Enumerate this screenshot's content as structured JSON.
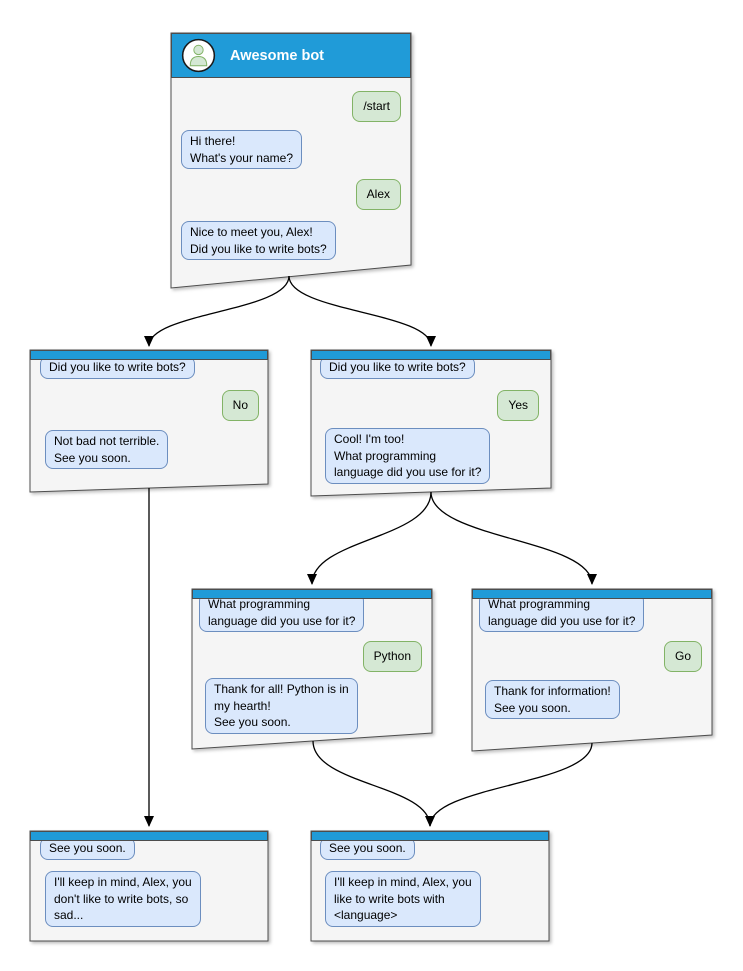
{
  "diagram": {
    "kind": "chatbot-conversation-flow",
    "colors": {
      "header_blue": "#209BD8",
      "box_fill": "#F5F5F5",
      "box_border": "#4D4D4D",
      "bot_bubble_fill": "#DAE8FC",
      "bot_bubble_border": "#6C8EBF",
      "user_bubble_fill": "#D5E8D4",
      "user_bubble_border": "#82B366",
      "arrow": "#000000",
      "title_text": "#FFFFFF"
    },
    "boxes": [
      {
        "id": "root",
        "title": "Awesome bot",
        "bubbles": [
          {
            "from": "user",
            "text": "/start"
          },
          {
            "from": "bot",
            "text": "Hi there!\nWhat's your name?"
          },
          {
            "from": "user",
            "text": "Alex"
          },
          {
            "from": "bot",
            "text": "Nice to meet you, Alex!\nDid you like to write bots?"
          }
        ]
      },
      {
        "id": "branch-no",
        "bubbles": [
          {
            "from": "bot",
            "text": "Did you like to write bots?"
          },
          {
            "from": "user",
            "text": "No"
          },
          {
            "from": "bot",
            "text": "Not bad not terrible.\nSee you soon."
          }
        ]
      },
      {
        "id": "branch-yes",
        "bubbles": [
          {
            "from": "bot",
            "text": "Did you like to write bots?"
          },
          {
            "from": "user",
            "text": "Yes"
          },
          {
            "from": "bot",
            "text": "Cool! I'm too!\nWhat programming\nlanguage did you use for it?"
          }
        ]
      },
      {
        "id": "branch-python",
        "bubbles": [
          {
            "from": "bot",
            "text": "What programming\nlanguage did you use for it?"
          },
          {
            "from": "user",
            "text": "Python"
          },
          {
            "from": "bot",
            "text": "Thank for all! Python is in\nmy hearth!\nSee you soon."
          }
        ]
      },
      {
        "id": "branch-go",
        "bubbles": [
          {
            "from": "bot",
            "text": "What programming\nlanguage did you use for it?"
          },
          {
            "from": "user",
            "text": "Go"
          },
          {
            "from": "bot",
            "text": "Thank for information!\nSee you soon."
          }
        ]
      },
      {
        "id": "end-no",
        "bubbles": [
          {
            "from": "bot",
            "text": "See you soon."
          },
          {
            "from": "bot",
            "text": "I'll keep in mind, Alex, you\ndon't like to write bots, so\nsad..."
          }
        ]
      },
      {
        "id": "end-yes",
        "bubbles": [
          {
            "from": "bot",
            "text": "See you soon."
          },
          {
            "from": "bot",
            "text": "I'll keep in mind, Alex, you\nlike to write bots with\n<language>"
          }
        ]
      }
    ],
    "edges": [
      {
        "from": "root",
        "to": "branch-no"
      },
      {
        "from": "root",
        "to": "branch-yes"
      },
      {
        "from": "branch-no",
        "to": "end-no"
      },
      {
        "from": "branch-yes",
        "to": "branch-python"
      },
      {
        "from": "branch-yes",
        "to": "branch-go"
      },
      {
        "from": "branch-python",
        "to": "end-yes"
      },
      {
        "from": "branch-go",
        "to": "end-yes"
      }
    ]
  }
}
